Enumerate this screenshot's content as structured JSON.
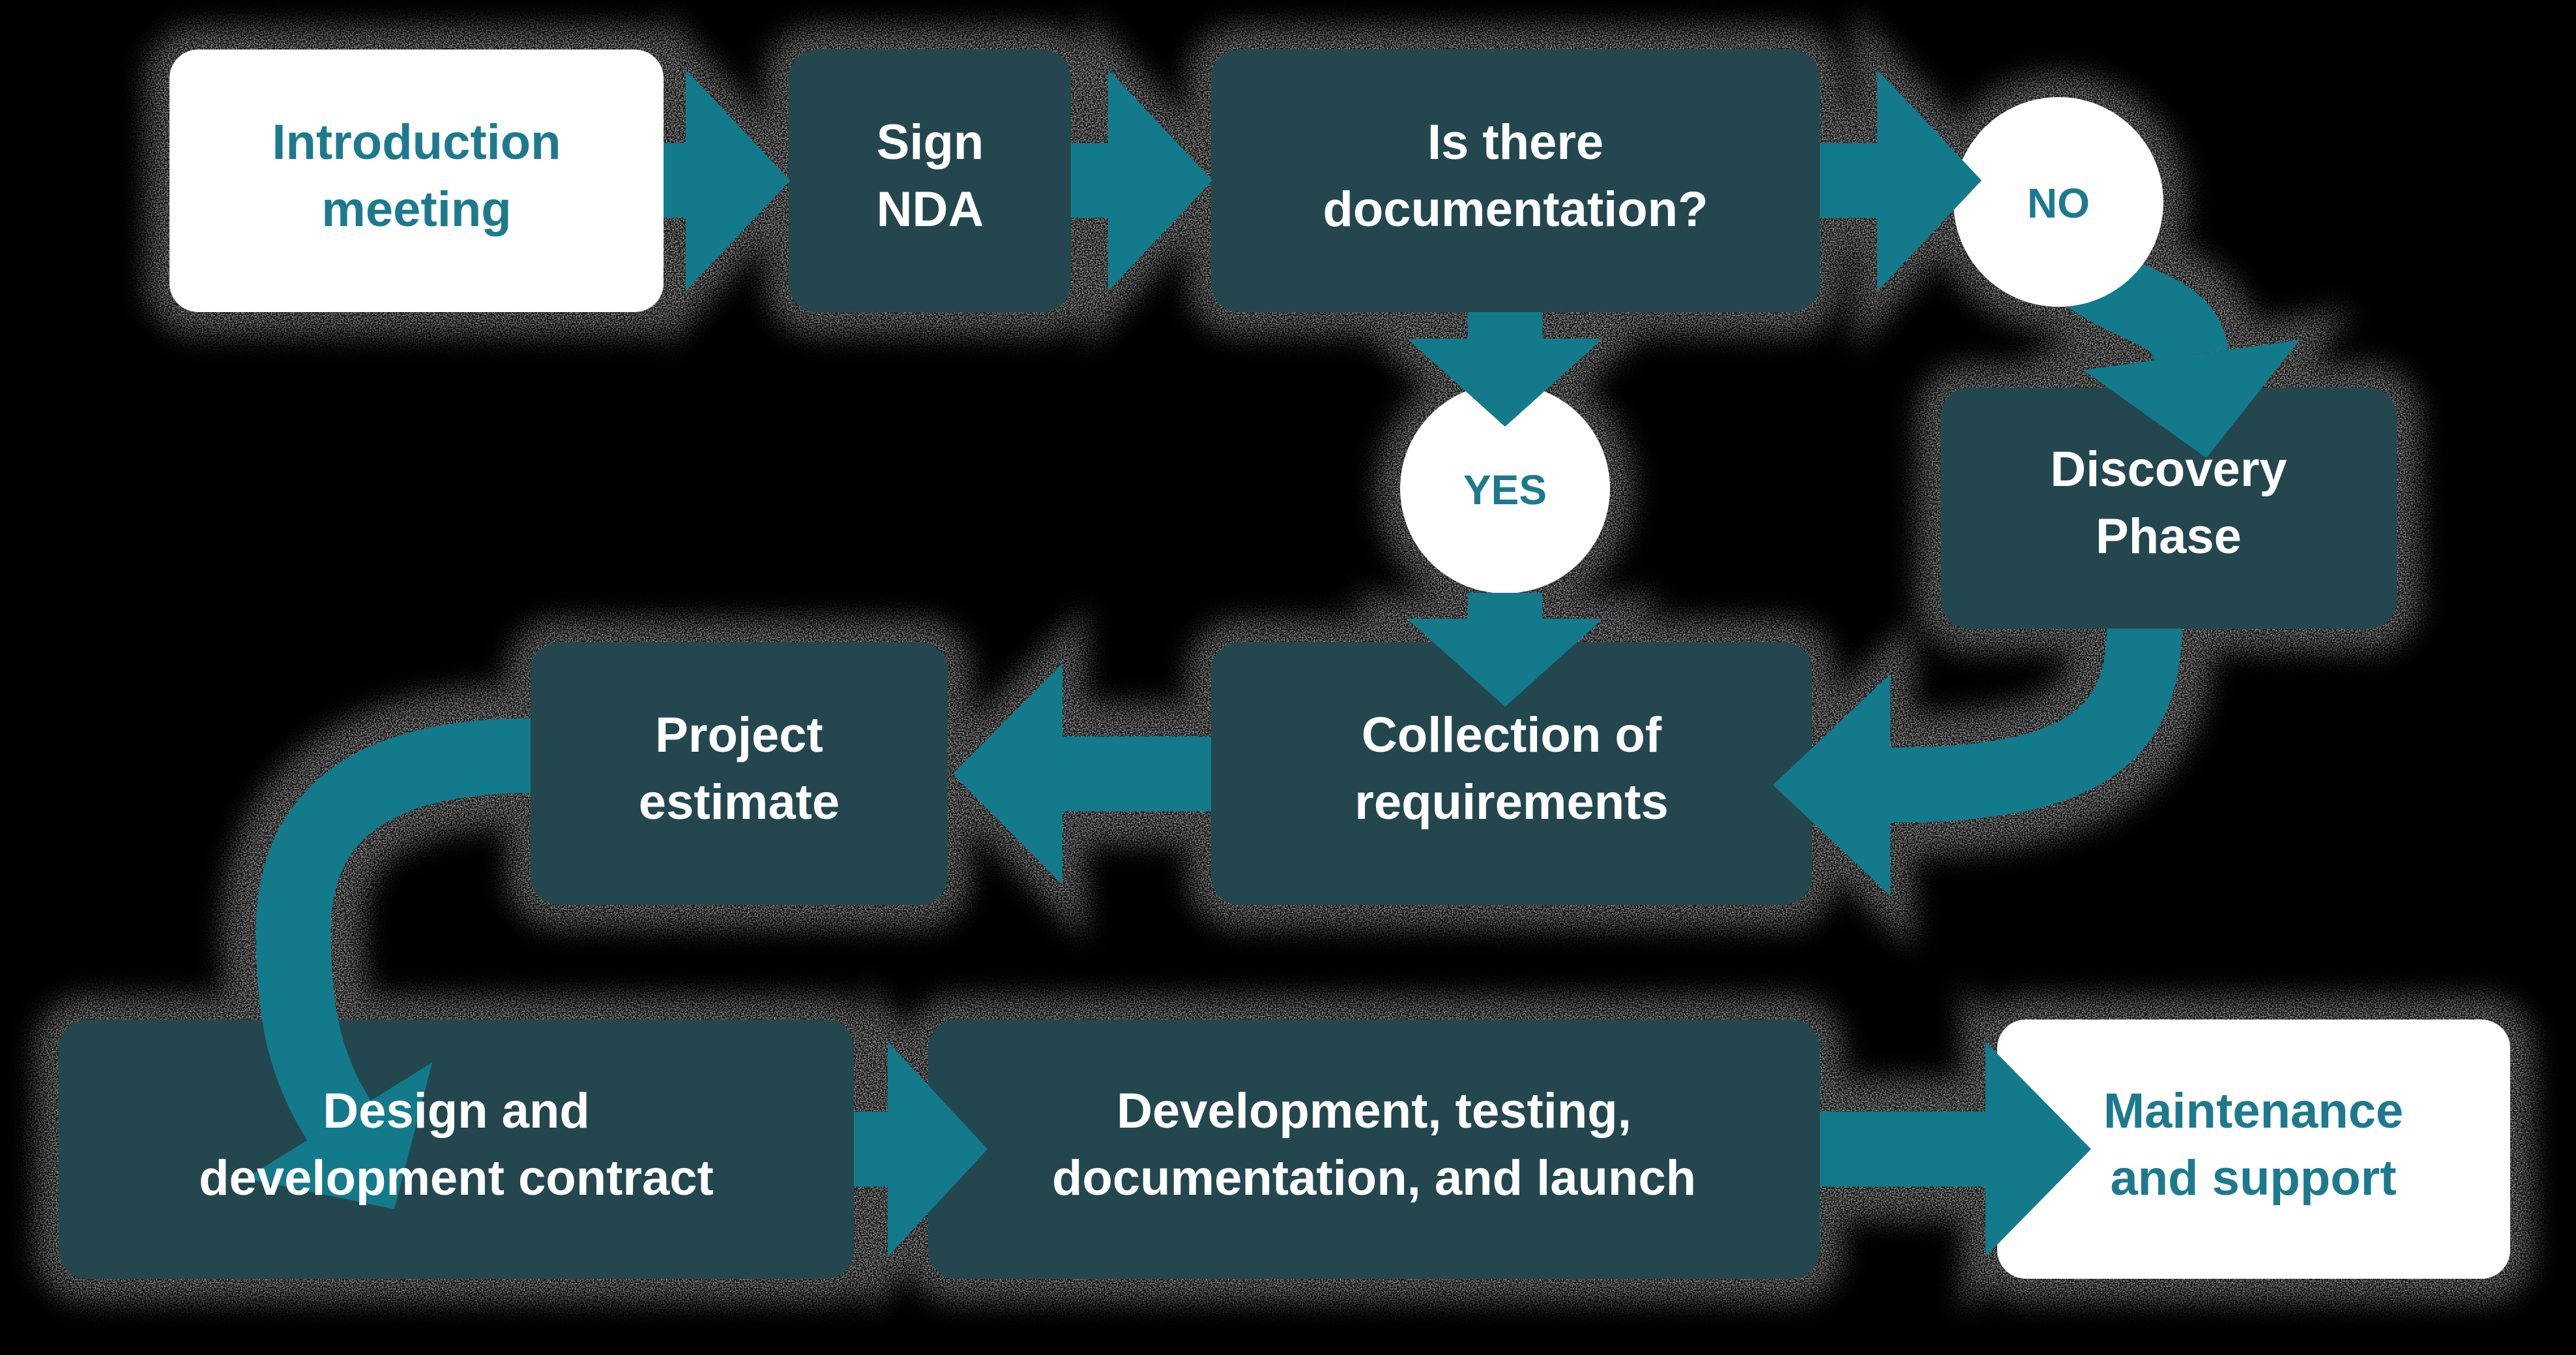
{
  "diagram": {
    "description": "Software development process flowchart",
    "background": "#000000",
    "colors": {
      "node_dark": "#24474F",
      "node_light": "#FFFFFF",
      "arrow_teal": "#137A8C",
      "text_on_dark": "#FFFFFF",
      "text_teal": "#1D7A8E",
      "halo_grain": "#D9D9D9"
    }
  },
  "flowchart": {
    "nodes": [
      {
        "id": "introduction-meeting",
        "shape": "rounded-rect",
        "variant": "light",
        "lines": [
          "Introduction",
          "meeting"
        ]
      },
      {
        "id": "sign-nda",
        "shape": "rounded-rect",
        "variant": "dark",
        "lines": [
          "Sign",
          "NDA"
        ]
      },
      {
        "id": "is-there-documentation",
        "shape": "rounded-rect",
        "variant": "dark",
        "lines": [
          "Is there",
          "documentation?"
        ]
      },
      {
        "id": "no",
        "shape": "circle",
        "variant": "light",
        "lines": [
          "NO"
        ]
      },
      {
        "id": "yes",
        "shape": "circle",
        "variant": "light",
        "lines": [
          "YES"
        ]
      },
      {
        "id": "discovery-phase",
        "shape": "rounded-rect",
        "variant": "dark",
        "lines": [
          "Discovery",
          "Phase"
        ]
      },
      {
        "id": "project-estimate",
        "shape": "rounded-rect",
        "variant": "dark",
        "lines": [
          "Project",
          "estimate"
        ]
      },
      {
        "id": "collection-of-requirements",
        "shape": "rounded-rect",
        "variant": "dark",
        "lines": [
          "Collection of",
          "requirements"
        ]
      },
      {
        "id": "design-and-development-contract",
        "shape": "rounded-rect",
        "variant": "dark",
        "lines": [
          "Design and",
          "development contract"
        ]
      },
      {
        "id": "development-testing-documentation-launch",
        "shape": "rounded-rect",
        "variant": "dark",
        "lines": [
          "Development, testing,",
          "documentation, and launch"
        ]
      },
      {
        "id": "maintenance-and-support",
        "shape": "rounded-rect",
        "variant": "light",
        "lines": [
          "Maintenance",
          "and support"
        ]
      }
    ],
    "edges": [
      {
        "from": "introduction-meeting",
        "to": "sign-nda",
        "style": "straight"
      },
      {
        "from": "sign-nda",
        "to": "is-there-documentation",
        "style": "straight"
      },
      {
        "from": "is-there-documentation",
        "to": "no",
        "style": "straight"
      },
      {
        "from": "no",
        "to": "discovery-phase",
        "style": "curved"
      },
      {
        "from": "is-there-documentation",
        "to": "yes",
        "style": "straight"
      },
      {
        "from": "yes",
        "to": "collection-of-requirements",
        "style": "straight"
      },
      {
        "from": "discovery-phase",
        "to": "collection-of-requirements",
        "style": "curved"
      },
      {
        "from": "collection-of-requirements",
        "to": "project-estimate",
        "style": "straight"
      },
      {
        "from": "project-estimate",
        "to": "design-and-development-contract",
        "style": "curved"
      },
      {
        "from": "design-and-development-contract",
        "to": "development-testing-documentation-launch",
        "style": "straight"
      },
      {
        "from": "development-testing-documentation-launch",
        "to": "maintenance-and-support",
        "style": "straight"
      }
    ]
  }
}
